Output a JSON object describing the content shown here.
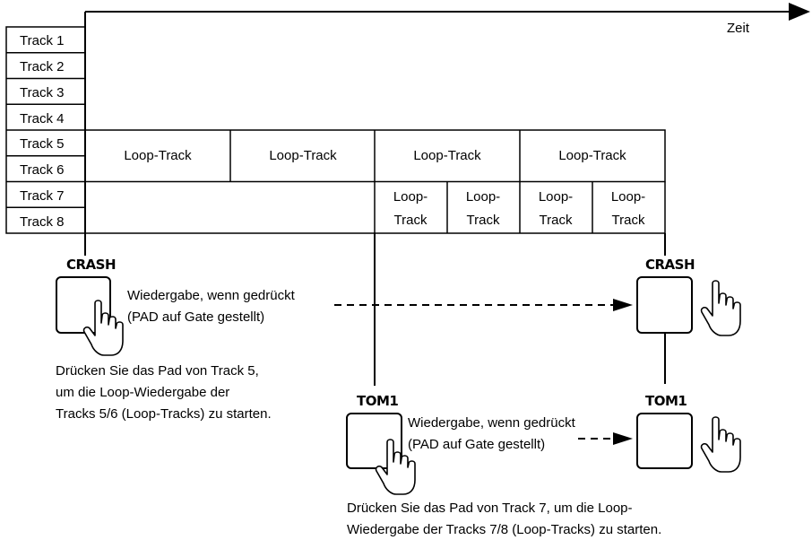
{
  "time_label": "Zeit",
  "tracks": [
    "Track 1",
    "Track 2",
    "Track 3",
    "Track 4",
    "Track 5",
    "Track 6",
    "Track 7",
    "Track 8"
  ],
  "loop_track_label": "Loop-Track",
  "loop_small_line1": "Loop-",
  "loop_small_line2": "Track",
  "pads": {
    "crash": "CRASH",
    "tom1": "TOM1"
  },
  "crash_playback": {
    "line1": "Wiedergabe, wenn gedrückt",
    "line2": "(PAD auf Gate gestellt)"
  },
  "tom_playback": {
    "line1": "Wiedergabe, wenn gedrückt",
    "line2": "(PAD auf Gate gestellt)"
  },
  "crash_instruction": [
    "Drücken Sie das Pad von Track 5,",
    "um die Loop-Wiedergabe der",
    "Tracks 5/6 (Loop-Tracks) zu starten."
  ],
  "tom_instruction": [
    "Drücken Sie das Pad von Track 7, um die Loop-",
    "Wiedergabe der Tracks 7/8 (Loop-Tracks) zu starten."
  ]
}
